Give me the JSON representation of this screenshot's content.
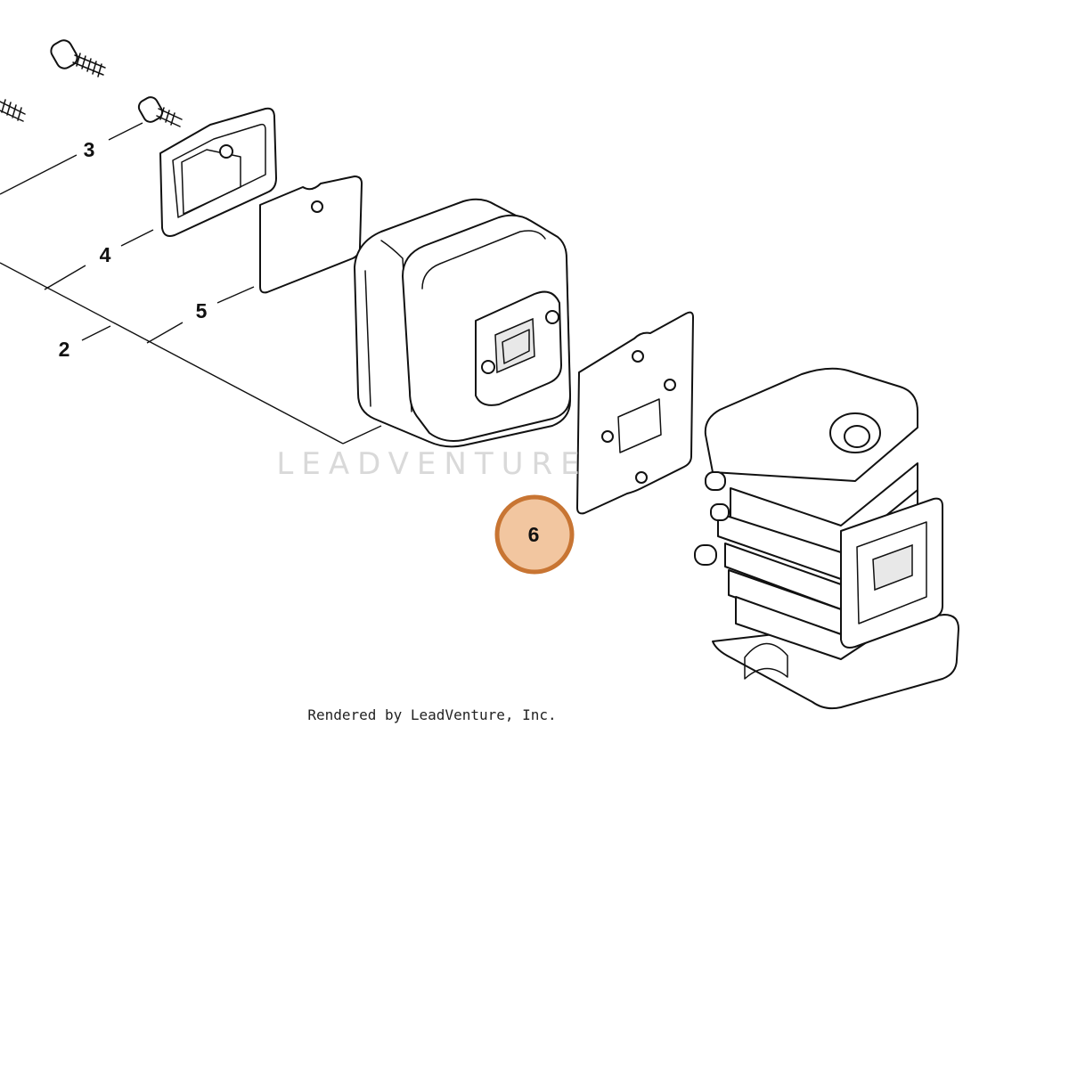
{
  "callouts": [
    {
      "label": "3"
    },
    {
      "label": "4"
    },
    {
      "label": "5"
    },
    {
      "label": "2"
    },
    {
      "label": "6",
      "highlighted": true
    }
  ],
  "watermark": "LEADVENTURE",
  "credit": "Rendered by LeadVenture, Inc.",
  "colors": {
    "highlight_fill": "#f2c6a0",
    "highlight_stroke": "#c87533",
    "line": "#111111",
    "watermark": "#d9d9d9"
  }
}
